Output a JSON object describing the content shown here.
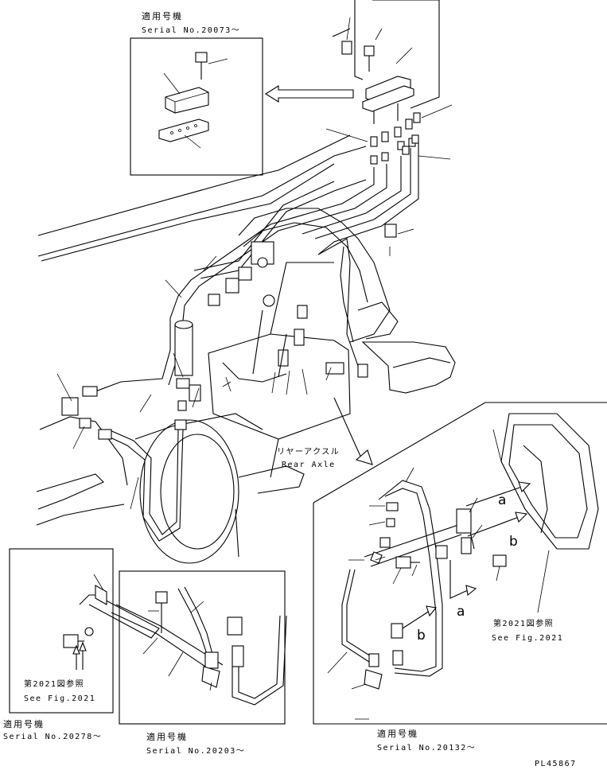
{
  "insets": {
    "top": {
      "title": "適用号機",
      "serial": "Serial No.20073～"
    },
    "bottom_left": {
      "title": "適用号機",
      "serial": "Serial No.20278～",
      "see_jp": "第2021図参照",
      "see_en": "See Fig.2021"
    },
    "bottom_middle": {
      "title": "適用号機",
      "serial": "Serial No.20203～"
    },
    "bottom_right": {
      "title": "適用号機",
      "serial": "Serial No.20132～",
      "see_jp": "第2021図参照",
      "see_en": "See Fig.2021",
      "view_a": "a",
      "view_b": "b",
      "view_a2": "a",
      "view_b2": "b"
    }
  },
  "main": {
    "rear_axle_jp": "リヤーアクスル",
    "rear_axle_en": "Rear Axle"
  },
  "drawing_code": "PL45867"
}
